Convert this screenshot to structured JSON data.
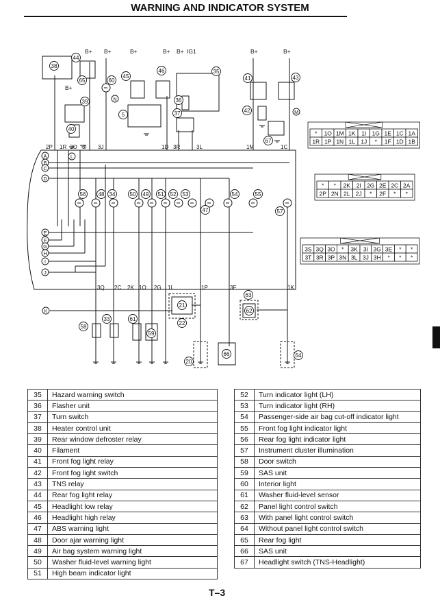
{
  "page": {
    "title": "WARNING AND INDICATOR SYSTEM",
    "page_number": "T–3"
  },
  "diagram": {
    "power_labels": {
      "bplus": "B+",
      "ig1": "IG1"
    },
    "component_callouts": [
      "5",
      "20",
      "21",
      "22",
      "33",
      "34",
      "35",
      "36",
      "37",
      "38",
      "39",
      "40",
      "41",
      "42",
      "43",
      "44",
      "45",
      "46",
      "47",
      "48",
      "49",
      "50",
      "51",
      "52",
      "53",
      "54",
      "55",
      "56",
      "57",
      "58",
      "59",
      "60",
      "61",
      "62",
      "63",
      "64",
      "65",
      "66",
      "67"
    ],
    "wire_letters": [
      "A",
      "B",
      "C",
      "D",
      "E",
      "F",
      "G",
      "H",
      "I",
      "J",
      "K",
      "L",
      "M",
      "N"
    ],
    "top_terminals": [
      "2P",
      "1R",
      "3O",
      "3I",
      "3J",
      "1D",
      "3R",
      "3L",
      "1M",
      "1C"
    ],
    "bottom_terminals": [
      "3Q",
      "2C",
      "2K",
      "1O",
      "2G",
      "1L",
      "1P",
      "3F",
      "1K"
    ]
  },
  "connectors": [
    {
      "name": "connector-1",
      "rows": [
        [
          "*",
          "1O",
          "1M",
          "1K",
          "1I",
          "1G",
          "1E",
          "1C",
          "1A"
        ],
        [
          "1R",
          "1P",
          "1N",
          "1L",
          "1J",
          "*",
          "1F",
          "1D",
          "1B"
        ]
      ]
    },
    {
      "name": "connector-2",
      "rows": [
        [
          "*",
          "*",
          "2K",
          "2I",
          "2G",
          "2E",
          "2C",
          "2A"
        ],
        [
          "2P",
          "2N",
          "2L",
          "2J",
          "*",
          "2F",
          "*",
          "*"
        ]
      ]
    },
    {
      "name": "connector-3",
      "rows": [
        [
          "3S",
          "3Q",
          "3O",
          "*",
          "3K",
          "3I",
          "3G",
          "3E",
          "*",
          "*"
        ],
        [
          "3T",
          "3R",
          "3P",
          "3N",
          "3L",
          "3J",
          "3H",
          "*",
          "*",
          "*"
        ]
      ]
    }
  ],
  "legend": {
    "left": [
      {
        "num": "35",
        "label": "Hazard warning switch"
      },
      {
        "num": "36",
        "label": "Flasher unit"
      },
      {
        "num": "37",
        "label": "Turn switch"
      },
      {
        "num": "38",
        "label": "Heater control unit"
      },
      {
        "num": "39",
        "label": "Rear window defroster relay"
      },
      {
        "num": "40",
        "label": "Filament"
      },
      {
        "num": "41",
        "label": "Front fog light relay"
      },
      {
        "num": "42",
        "label": "Front fog light switch"
      },
      {
        "num": "43",
        "label": "TNS relay"
      },
      {
        "num": "44",
        "label": "Rear fog light relay"
      },
      {
        "num": "45",
        "label": "Headlight low relay"
      },
      {
        "num": "46",
        "label": "Headlight high relay"
      },
      {
        "num": "47",
        "label": "ABS warning light"
      },
      {
        "num": "48",
        "label": "Door ajar warning light"
      },
      {
        "num": "49",
        "label": "Air bag system warning light"
      },
      {
        "num": "50",
        "label": "Washer fluid-level warning light"
      },
      {
        "num": "51",
        "label": "High beam indicator light"
      }
    ],
    "right": [
      {
        "num": "52",
        "label": "Turn indicator light (LH)"
      },
      {
        "num": "53",
        "label": "Turn indicator light (RH)"
      },
      {
        "num": "54",
        "label": "Passenger-side air bag cut-off indicator light"
      },
      {
        "num": "55",
        "label": "Front fog light indicator light"
      },
      {
        "num": "56",
        "label": "Rear fog light indicator light"
      },
      {
        "num": "57",
        "label": "Instrument cluster illumination"
      },
      {
        "num": "58",
        "label": "Door switch"
      },
      {
        "num": "59",
        "label": "SAS unit"
      },
      {
        "num": "60",
        "label": "Interior light"
      },
      {
        "num": "61",
        "label": "Washer fluid-level sensor"
      },
      {
        "num": "62",
        "label": "Panel light control switch"
      },
      {
        "num": "63",
        "label": "With panel light control switch"
      },
      {
        "num": "64",
        "label": "Without panel light control switch"
      },
      {
        "num": "65",
        "label": "Rear fog light"
      },
      {
        "num": "66",
        "label": "SAS unit"
      },
      {
        "num": "67",
        "label": "Headlight switch (TNS-Headlight)"
      }
    ]
  }
}
